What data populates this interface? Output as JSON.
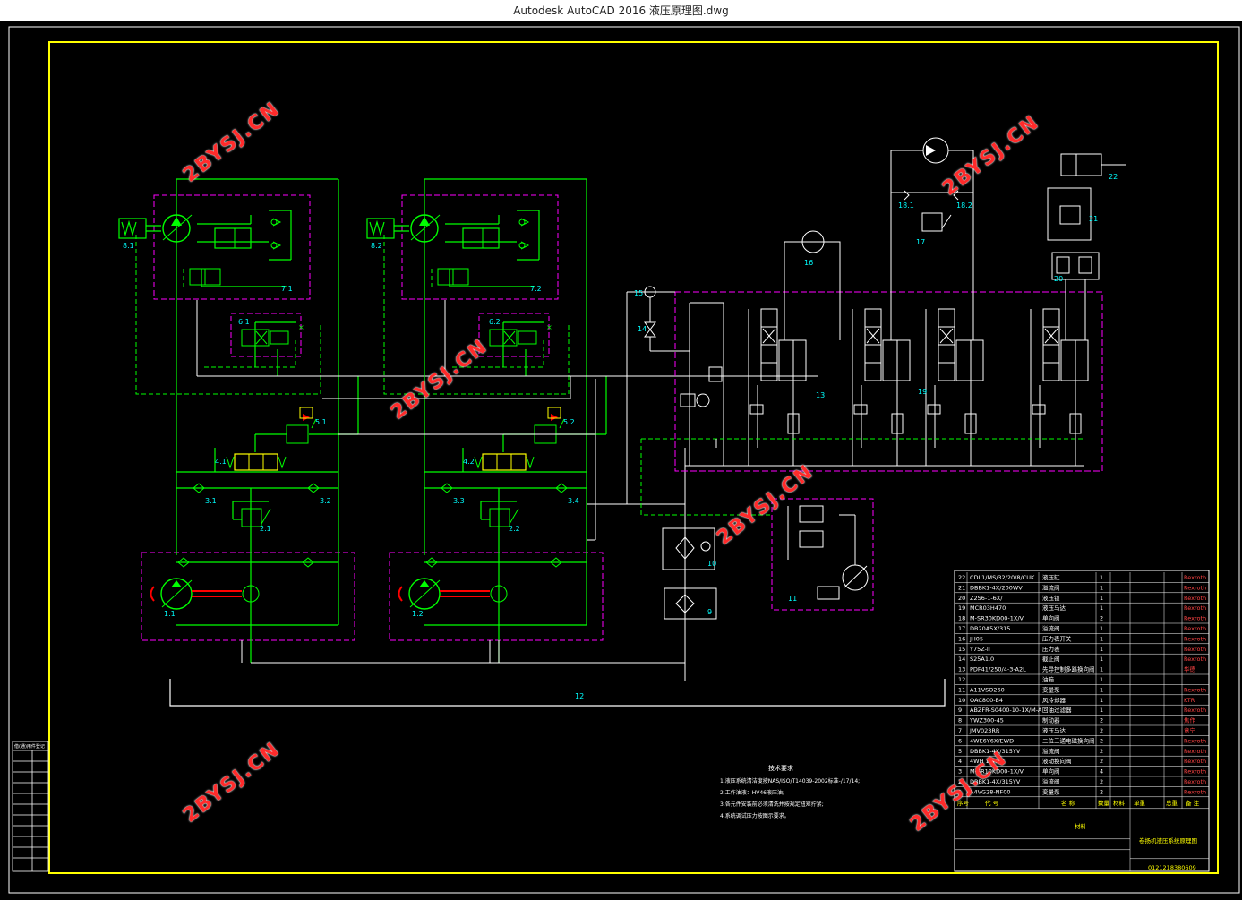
{
  "window": {
    "title": "Autodesk AutoCAD 2016     液压原理图.dwg"
  },
  "watermark": "2BYSJ.CN",
  "labels": {
    "u81": "8.1",
    "u82": "8.2",
    "u71": "7.1",
    "u72": "7.2",
    "u61": "6.1",
    "u62": "6.2",
    "u51": "5.1",
    "u52": "5.2",
    "u41": "4.1",
    "u42": "4.2",
    "u31": "3.1",
    "u32": "3.2",
    "u33": "3.3",
    "u34": "3.4",
    "u21": "2.1",
    "u22": "2.2",
    "u11": "1.1",
    "u12": "1.2",
    "u9": "9",
    "u10": "10",
    "u11b": "11",
    "u12b": "12",
    "u13": "13",
    "u14": "14",
    "u15": "15",
    "u16": "16",
    "u17": "17",
    "u181": "18.1",
    "u182": "18.2",
    "u19": "19",
    "u20": "20",
    "u21b": "21",
    "u22b": "22"
  },
  "notes": {
    "title": "技术要求",
    "lines": [
      "1.液压系统清洁度按NAS/ISO/T14039-2002标准-/17/14;",
      "2.工作油液：HV46液压油;",
      "3.各元件安装前必须清洗并按规定扭矩拧紧;",
      "4.系统调试压力按图示要求。"
    ]
  },
  "bom": {
    "rows": [
      {
        "no": "22",
        "code": "CDL1/MS/32/20/8/CUK",
        "name": "液压缸",
        "qty": "1",
        "maker": "Rexroth"
      },
      {
        "no": "21",
        "code": "DBBK1-4X/200WV",
        "name": "溢流阀",
        "qty": "1",
        "maker": "Rexroth"
      },
      {
        "no": "20",
        "code": "Z2S6-1-6X/",
        "name": "液压锁",
        "qty": "1",
        "maker": "Rexroth"
      },
      {
        "no": "19",
        "code": "MCR03H470",
        "name": "液压马达",
        "qty": "1",
        "maker": "Rexroth"
      },
      {
        "no": "18",
        "code": "M-SR30KD00-1X/V",
        "name": "单向阀",
        "qty": "2",
        "maker": "Rexroth"
      },
      {
        "no": "17",
        "code": "DB20A5X/315",
        "name": "溢流阀",
        "qty": "1",
        "maker": "Rexroth"
      },
      {
        "no": "16",
        "code": "JH05",
        "name": "压力表开关",
        "qty": "1",
        "maker": "Rexroth"
      },
      {
        "no": "15",
        "code": "Y75Z-II",
        "name": "压力表",
        "qty": "1",
        "maker": "Rexroth"
      },
      {
        "no": "14",
        "code": "S25A1.0",
        "name": "截止阀",
        "qty": "1",
        "maker": "Rexroth"
      },
      {
        "no": "13",
        "code": "PDF41/250/4-3-A2L",
        "name": "先导控制多路换向阀",
        "qty": "1",
        "maker": "华德"
      },
      {
        "no": "12",
        "code": "",
        "name": "油箱",
        "qty": "1",
        "maker": ""
      },
      {
        "no": "11",
        "code": "A11VSO260",
        "name": "变量泵",
        "qty": "1",
        "maker": "Rexroth"
      },
      {
        "no": "10",
        "code": "OAC800-B4",
        "name": "风冷却器",
        "qty": "1",
        "maker": "KTR"
      },
      {
        "no": "9",
        "code": "ABZFR-S0400-10-1X/M-A",
        "name": "回油过滤器",
        "qty": "1",
        "maker": "Rexroth"
      },
      {
        "no": "8",
        "code": "YWZ300-45",
        "name": "制动器",
        "qty": "2",
        "maker": "焦作"
      },
      {
        "no": "7",
        "code": "JMV023RR",
        "name": "液压马达",
        "qty": "2",
        "maker": "意宁"
      },
      {
        "no": "6",
        "code": "4WE6Y6X/EWD",
        "name": "二位三通电磁换向阀",
        "qty": "2",
        "maker": "Rexroth"
      },
      {
        "no": "5",
        "code": "DBBK1-4X/315YV",
        "name": "溢流阀",
        "qty": "2",
        "maker": "Rexroth"
      },
      {
        "no": "4",
        "code": "4WH 16H7X",
        "name": "液动换向阀",
        "qty": "2",
        "maker": "Rexroth"
      },
      {
        "no": "3",
        "code": "M-SR10KD00-1X/V",
        "name": "单向阀",
        "qty": "4",
        "maker": "Rexroth"
      },
      {
        "no": "2",
        "code": "DBBK1-4X/315YV",
        "name": "溢流阀",
        "qty": "2",
        "maker": "Rexroth"
      },
      {
        "no": "1",
        "code": "A4VG28-NF00",
        "name": "变量泵",
        "qty": "2",
        "maker": "Rexroth"
      }
    ],
    "header": {
      "no": "序号",
      "code": "代 号",
      "name": "名 称",
      "qty": "数量",
      "mat": "材料",
      "w1": "单重",
      "w2": "总重",
      "note": "备 注"
    },
    "drawing_title": "卷扬机液压系统原理图",
    "drawing_no": "0121218380609",
    "material": "材料"
  },
  "left_strip": {
    "label": "借(通)用件登记"
  },
  "colors": {
    "frame": "#ffff00",
    "green": "#00ff00",
    "magenta": "#ff00ff",
    "cyan": "#00ffff",
    "white": "#ffffff",
    "yellow": "#ffff00",
    "red": "#ff0000"
  }
}
